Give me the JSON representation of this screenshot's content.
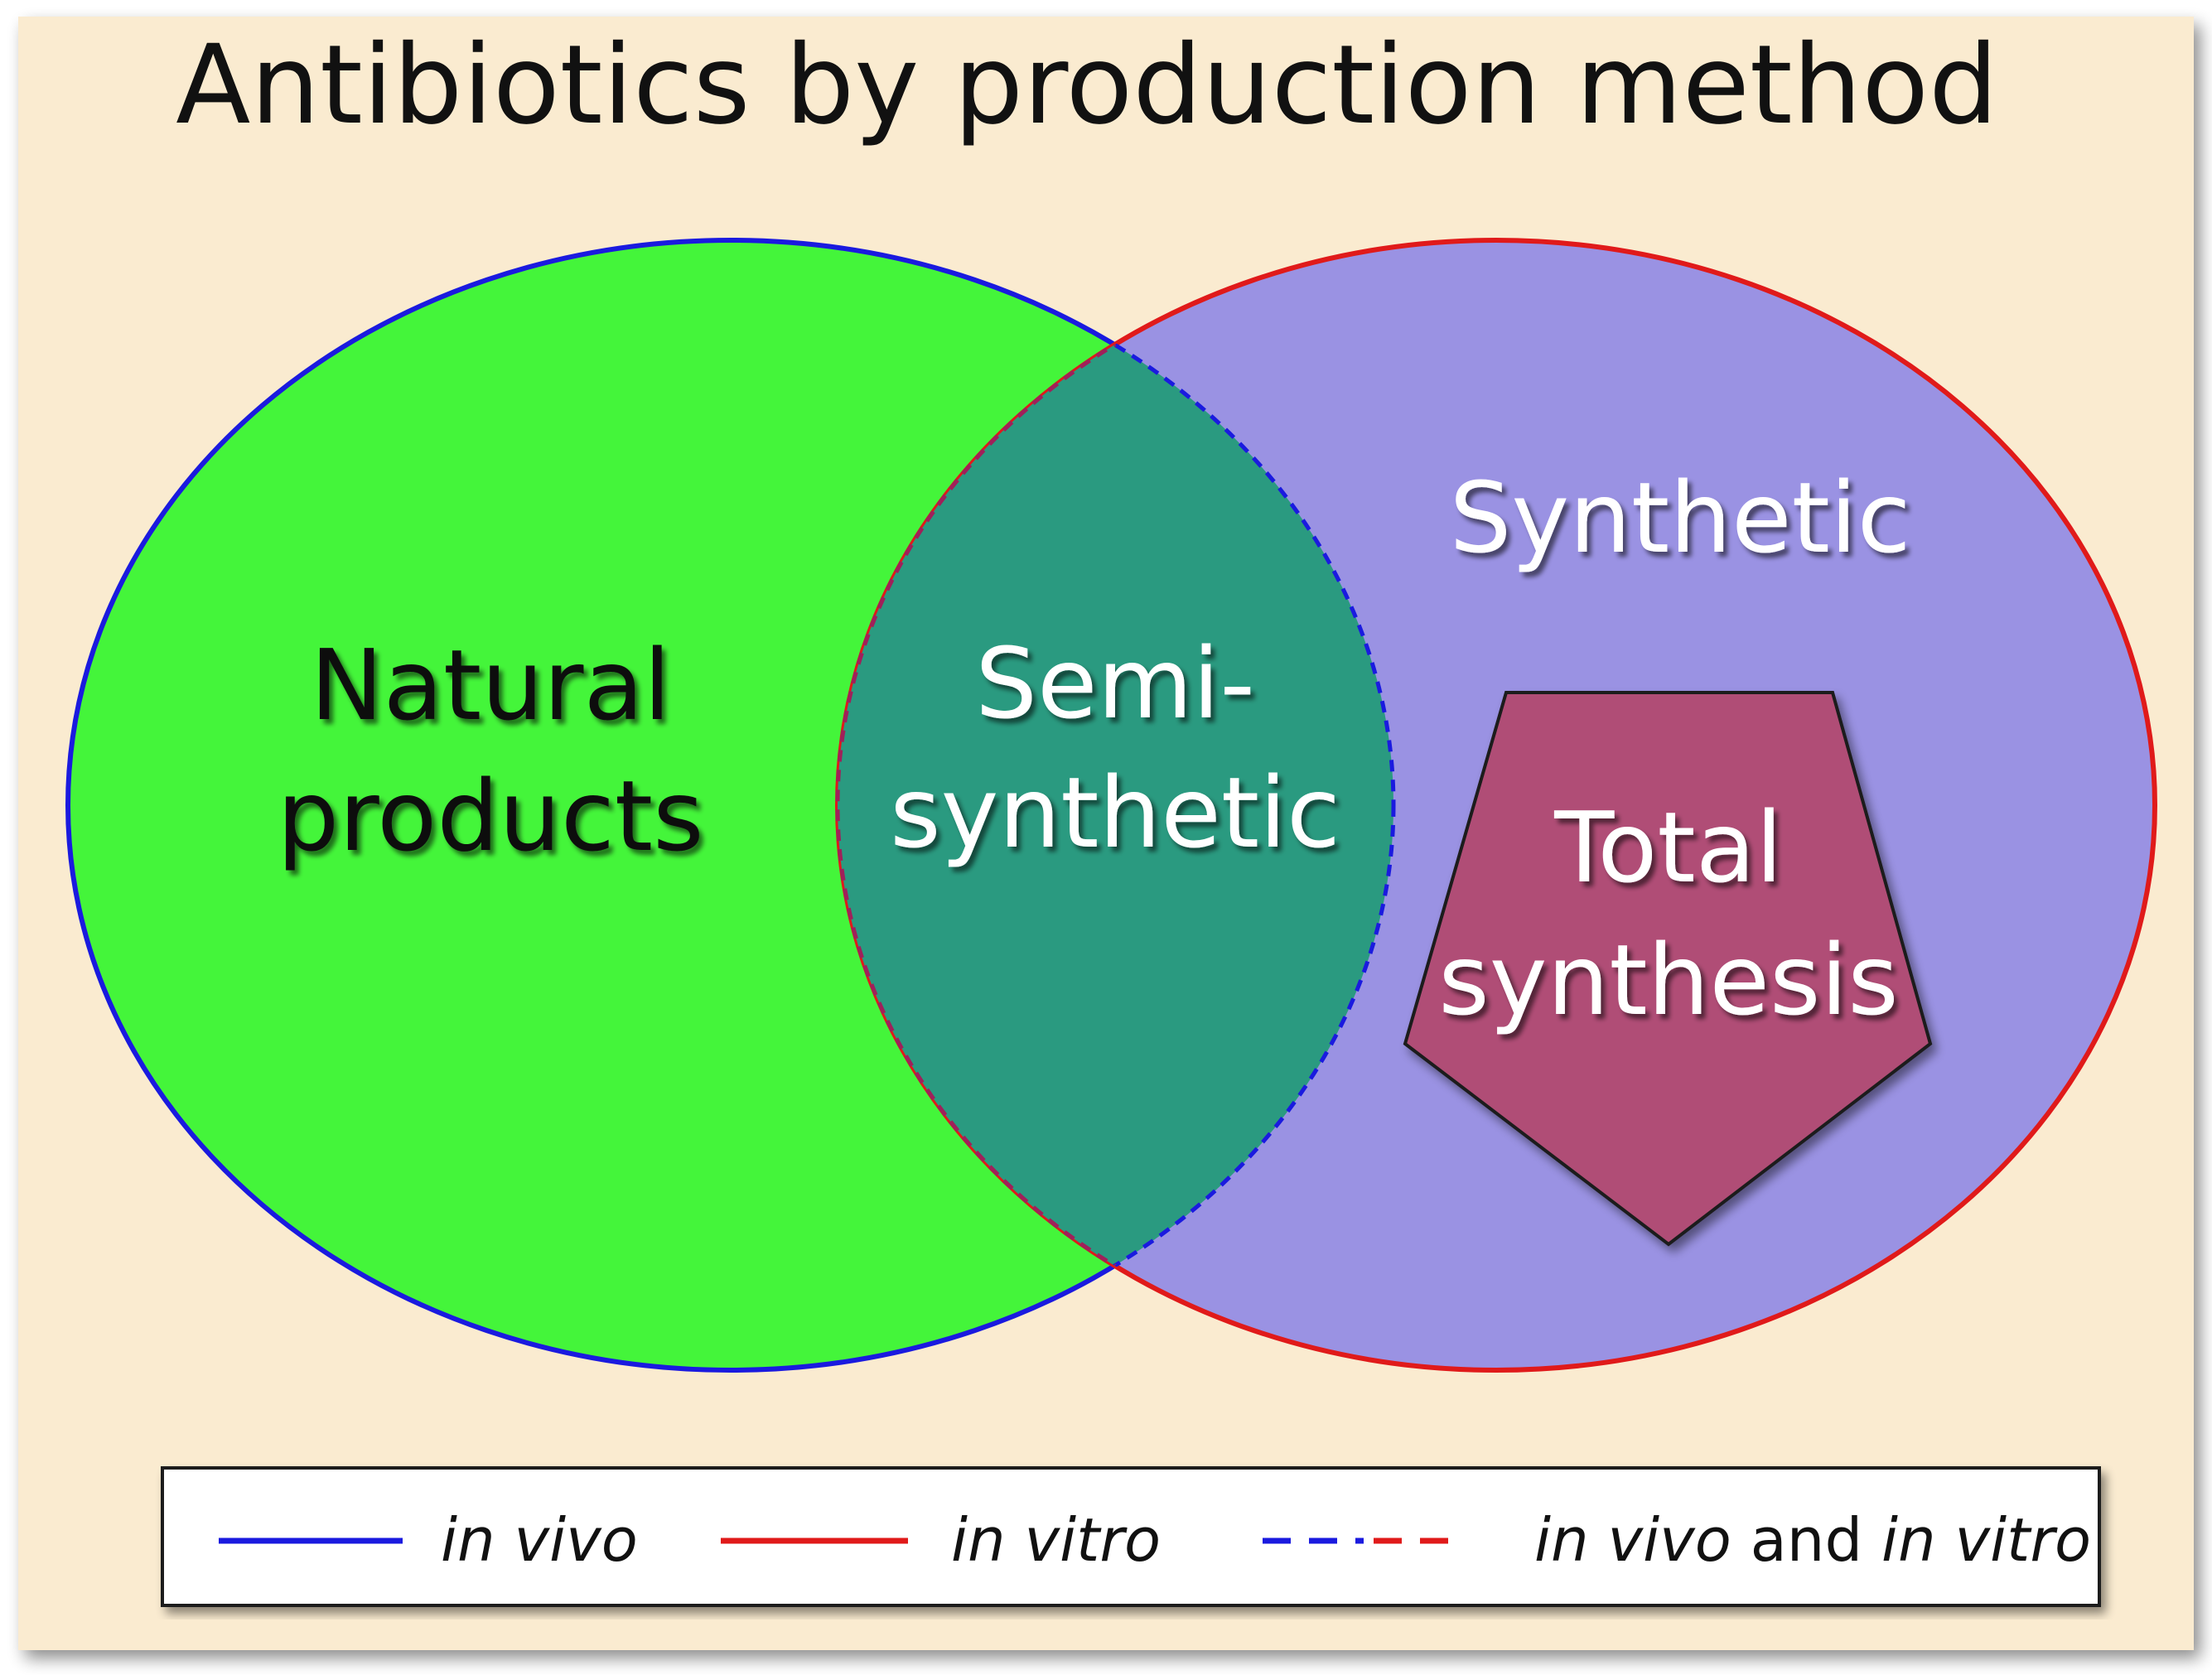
{
  "title": "Antibiotics by production method",
  "regions": {
    "natural": {
      "line1": "Natural",
      "line2": "products"
    },
    "semi": {
      "line1": "Semi-",
      "line2": "synthetic"
    },
    "synthetic": {
      "label": "Synthetic"
    },
    "total": {
      "line1": "Total",
      "line2": "synthesis"
    }
  },
  "legend": {
    "item1": "in vivo",
    "item2": "in vitro",
    "item3_part1": "in vivo",
    "item3_and": " and ",
    "item3_part2": "in vitro"
  },
  "colors": {
    "background": "#faebd0",
    "natural_fill": "#44f53a",
    "synthetic_fill": "#9a92e3",
    "overlap_fill": "#2a9a80",
    "total_fill": "#b04e76",
    "in_vivo_line": "#1a1adf",
    "in_vitro_line": "#e01a1a"
  }
}
